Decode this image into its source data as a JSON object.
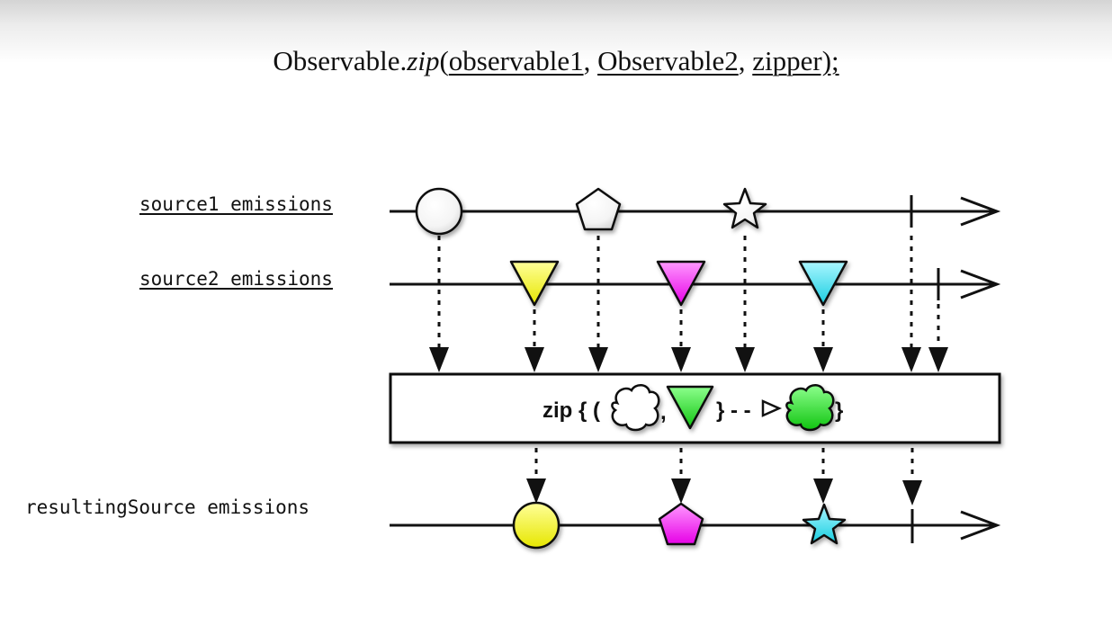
{
  "title": {
    "prefix": "Observable.",
    "method": "zip",
    "open": "(",
    "arg1": "observable1",
    "sep1": ", ",
    "arg2": "Observable2",
    "sep2": ", ",
    "arg3": "zipper);"
  },
  "timelines": {
    "source1_label": "source1 emissions",
    "source2_label": "source2 emissions",
    "result_label": "resultingSource emissions"
  },
  "operator": {
    "prefix": "zip { (",
    "comma": ",",
    "middle": "} - -",
    "suffix": "}"
  },
  "items": {
    "source1": [
      {
        "shape": "circle",
        "color": "#ffffff"
      },
      {
        "shape": "pentagon",
        "color": "#ffffff"
      },
      {
        "shape": "star",
        "color": "#ffffff"
      }
    ],
    "source2": [
      {
        "shape": "triangle",
        "color": "#ffff00"
      },
      {
        "shape": "triangle",
        "color": "#ff33ff"
      },
      {
        "shape": "triangle",
        "color": "#33e6f5"
      }
    ],
    "result": [
      {
        "shape": "circle",
        "color": "#ffff00"
      },
      {
        "shape": "pentagon",
        "color": "#ff33ff"
      },
      {
        "shape": "star",
        "color": "#33e6f5"
      }
    ]
  },
  "colors": {
    "line": "#111111",
    "zip_green": "#22dd22"
  }
}
